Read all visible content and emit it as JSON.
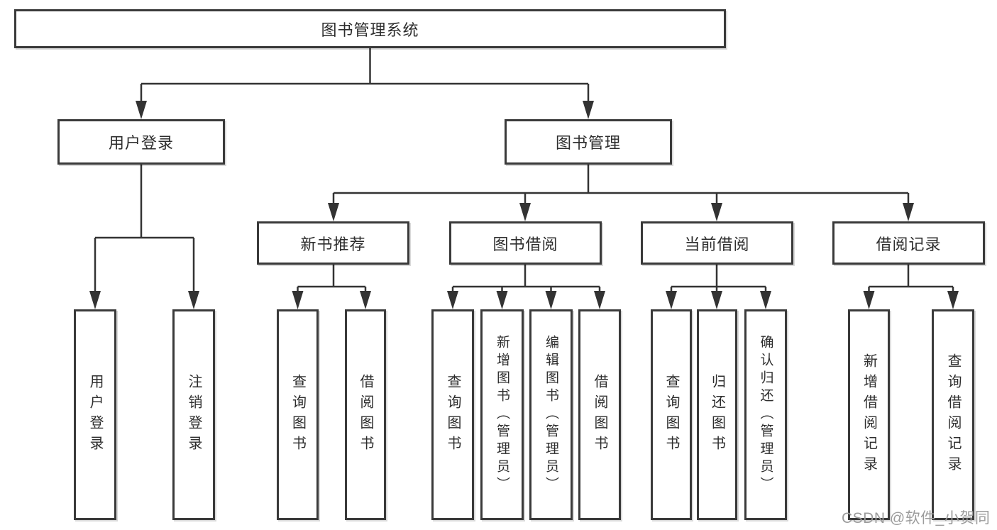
{
  "tree": {
    "root": {
      "label": "图书管理系统"
    },
    "branches": [
      {
        "label": "用户登录",
        "children": [
          {
            "label": "用户登录"
          },
          {
            "label": "注销登录"
          }
        ]
      },
      {
        "label": "图书管理",
        "children": [
          {
            "label": "新书推荐",
            "children": [
              {
                "label": "查询图书"
              },
              {
                "label": "借阅图书"
              }
            ]
          },
          {
            "label": "图书借阅",
            "children": [
              {
                "label": "查询图书"
              },
              {
                "label": "新增图书（管理员）"
              },
              {
                "label": "编辑图书（管理员）"
              },
              {
                "label": "借阅图书"
              }
            ]
          },
          {
            "label": "当前借阅",
            "children": [
              {
                "label": "查询图书"
              },
              {
                "label": "归还图书"
              },
              {
                "label": "确认归还（管理员）"
              }
            ]
          },
          {
            "label": "借阅记录",
            "children": [
              {
                "label": "新增借阅记录"
              },
              {
                "label": "查询借阅记录"
              }
            ]
          }
        ]
      }
    ]
  },
  "watermark": {
    "text": "CSDN @软件_小贺同学"
  },
  "colors": {
    "line": "#333333",
    "box_border": "#3a3a3a",
    "text": "#2d2d2d",
    "watermark": "#9c9c9c",
    "bg": "#ffffff"
  }
}
